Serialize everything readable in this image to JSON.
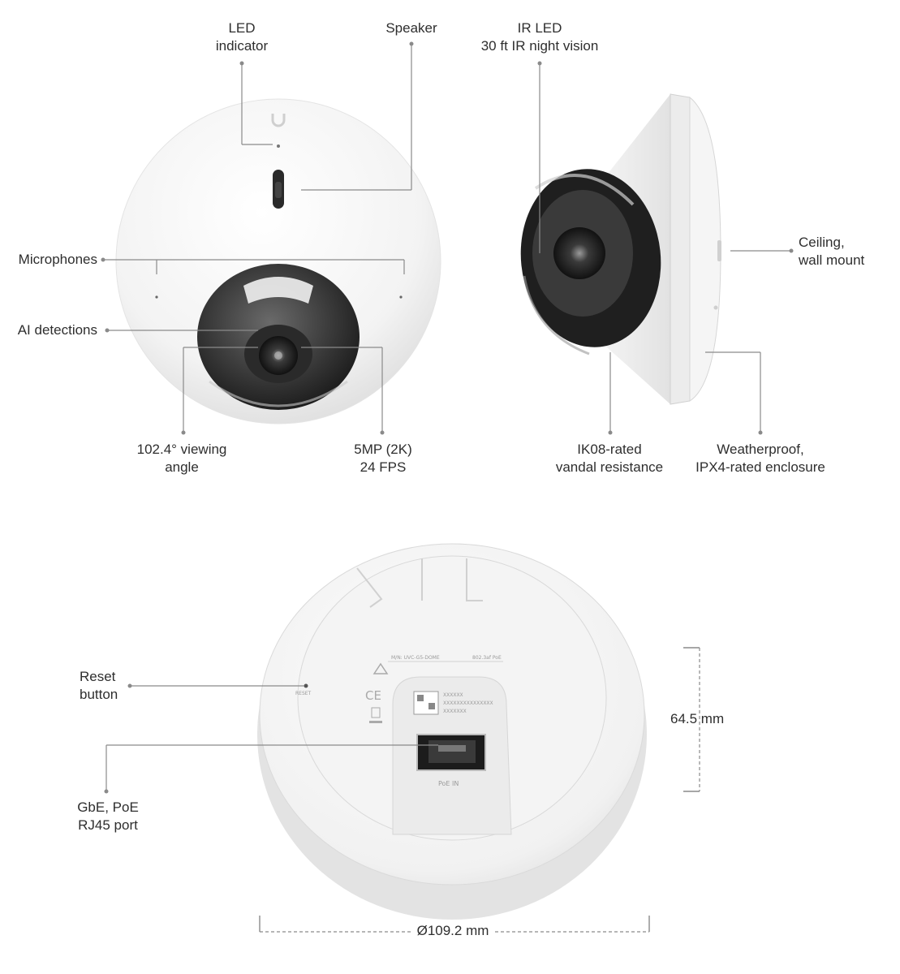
{
  "labels": {
    "led_indicator": "LED\nindicator",
    "speaker": "Speaker",
    "ir_led": "IR LED\n30 ft IR night vision",
    "microphones": "Microphones",
    "ai_detections": "AI detections",
    "viewing_angle": "102.4° viewing\nangle",
    "resolution": "5MP (2K)\n24 FPS",
    "mount": "Ceiling,\nwall mount",
    "vandal": "IK08-rated\nvandal resistance",
    "enclosure": "Weatherproof,\nIPX4-rated enclosure",
    "reset": "Reset\nbutton",
    "port": "GbE, PoE\nRJ45 port",
    "height": "64.5 mm",
    "diameter": "Ø109.2 mm"
  },
  "device_print": {
    "model": "M/N: UVC-G5-DOME",
    "standard": "802.3af PoE",
    "reset": "RESET",
    "serial_a": "XXXXXX",
    "serial_b": "XXXXXXXXXXXXXXX",
    "serial_c": "XXXXXXX",
    "poe": "PoE IN"
  },
  "colors": {
    "leader_line": "#8a8a8a",
    "body": "#f1f1f1",
    "lens": "#3a3a3a"
  }
}
